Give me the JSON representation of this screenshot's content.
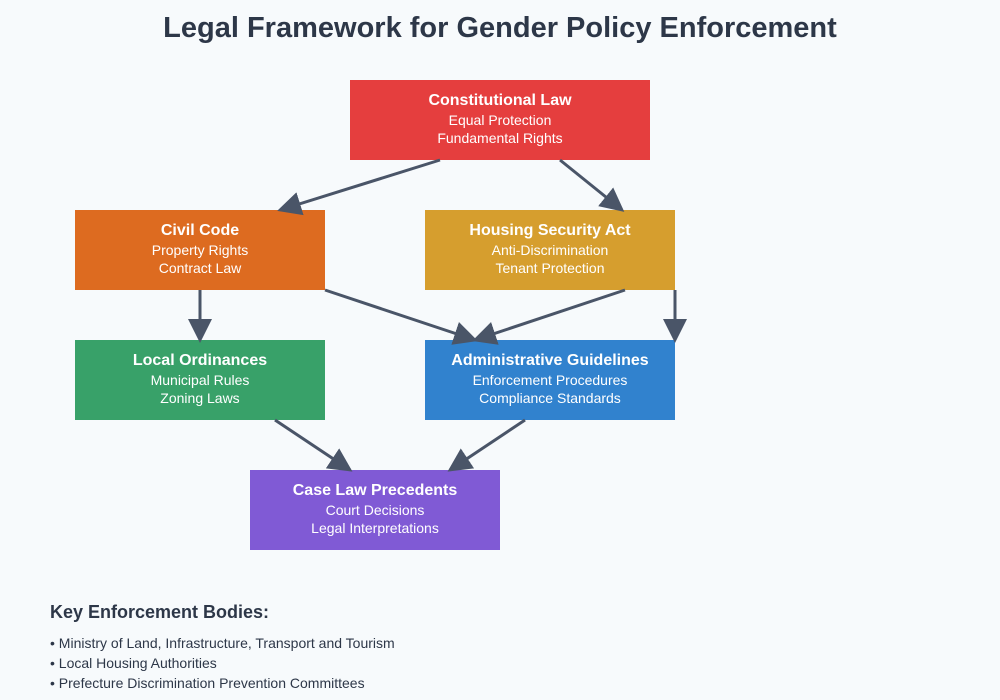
{
  "title": "Legal Framework for Gender Policy Enforcement",
  "colors": {
    "arrow": "#4a5568",
    "background": "#f7fafc"
  },
  "nodes": [
    {
      "id": "constitutional",
      "title": "Constitutional Law",
      "lines": [
        "Equal Protection",
        "Fundamental Rights"
      ],
      "color": "#e53e3e"
    },
    {
      "id": "civil",
      "title": "Civil Code",
      "lines": [
        "Property Rights",
        "Contract Law"
      ],
      "color": "#dd6b20"
    },
    {
      "id": "housing",
      "title": "Housing Security Act",
      "lines": [
        "Anti-Discrimination",
        "Tenant Protection"
      ],
      "color": "#d69e2e"
    },
    {
      "id": "local",
      "title": "Local Ordinances",
      "lines": [
        "Municipal Rules",
        "Zoning Laws"
      ],
      "color": "#38a169"
    },
    {
      "id": "admin",
      "title": "Administrative Guidelines",
      "lines": [
        "Enforcement Procedures",
        "Compliance Standards"
      ],
      "color": "#3182ce"
    },
    {
      "id": "caselaw",
      "title": "Case Law Precedents",
      "lines": [
        "Court Decisions",
        "Legal Interpretations"
      ],
      "color": "#805ad5"
    }
  ],
  "edges": [
    [
      "constitutional",
      "civil"
    ],
    [
      "constitutional",
      "housing"
    ],
    [
      "civil",
      "local"
    ],
    [
      "civil",
      "admin"
    ],
    [
      "housing",
      "admin"
    ],
    [
      "housing",
      "admin"
    ],
    [
      "local",
      "caselaw"
    ],
    [
      "admin",
      "caselaw"
    ]
  ],
  "bodies": {
    "heading": "Key Enforcement Bodies:",
    "items": [
      "• Ministry of Land, Infrastructure, Transport and Tourism",
      "• Local Housing Authorities",
      "• Prefecture Discrimination Prevention Committees"
    ]
  }
}
